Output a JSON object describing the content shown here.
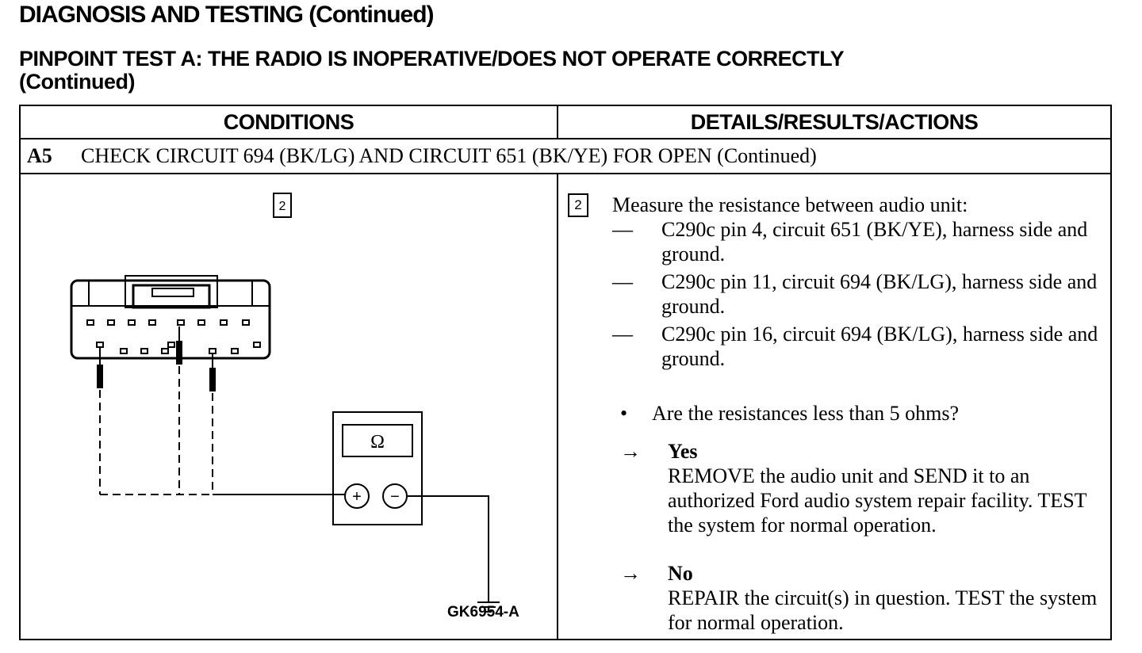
{
  "header": {
    "title": "DIAGNOSIS AND TESTING (Continued)",
    "subtitle_line1": "PINPOINT TEST A: THE RADIO IS INOPERATIVE/DOES NOT OPERATE CORRECTLY",
    "subtitle_line2": "(Continued)"
  },
  "table": {
    "col_conditions": "CONDITIONS",
    "col_details": "DETAILS/RESULTS/ACTIONS",
    "step_id": "A5",
    "step_title": "CHECK CIRCUIT 694 (BK/LG) AND CIRCUIT 651 (BK/YE) FOR OPEN (Continued)"
  },
  "diagram": {
    "step_number": "2",
    "meter_symbol": "Ω",
    "plus_symbol": "+",
    "minus_symbol": "−",
    "figure_code": "GK6954-A"
  },
  "details": {
    "step_number": "2",
    "instruction": "Measure the resistance between audio unit:",
    "dash": "—",
    "items": [
      "C290c pin 4, circuit 651 (BK/YE), harness side and ground.",
      "C290c pin 11, circuit 694 (BK/LG), harness side and ground.",
      "C290c pin 16, circuit 694 (BK/LG), harness side and ground."
    ],
    "bullet": "•",
    "question": "Are the resistances less than 5 ohms?",
    "arrow": "→",
    "yes_label": "Yes",
    "yes_action": "REMOVE the audio unit and SEND it to an authorized Ford audio system repair facility. TEST the system for normal operation.",
    "no_label": "No",
    "no_action": "REPAIR the circuit(s) in question. TEST the system for normal operation."
  }
}
